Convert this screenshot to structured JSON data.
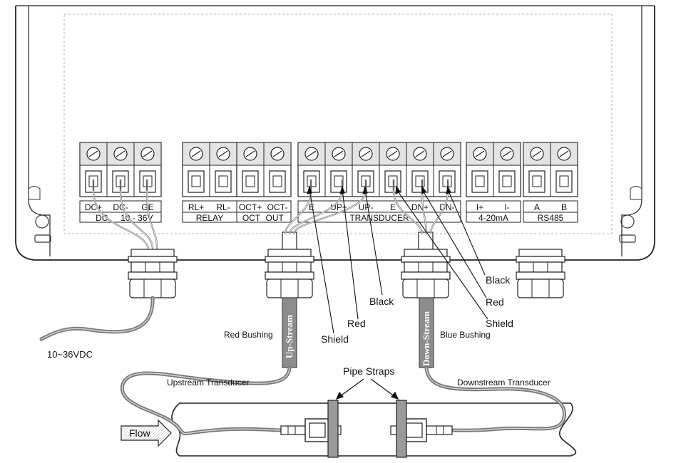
{
  "terminal_groups": [
    {
      "id": "power",
      "terminals": [
        "DC+",
        "DC-",
        "GE"
      ],
      "caption_left": "DC",
      "caption_right": "10 - 36V"
    },
    {
      "id": "relay",
      "terminals": [
        "RL+",
        "RL-"
      ],
      "caption": "RELAY"
    },
    {
      "id": "oct",
      "terminals": [
        "OCT+",
        "OCT-"
      ],
      "caption_left": "OCT",
      "caption_right": "OUT"
    },
    {
      "id": "transducer",
      "terminals": [
        "E",
        "UP+",
        "UP-",
        "E",
        "DN+",
        "DN-"
      ],
      "caption": "TRANSDUCER"
    },
    {
      "id": "current",
      "terminals": [
        "I+",
        "I-"
      ],
      "caption": "4-20mA"
    },
    {
      "id": "rs485",
      "terminals": [
        "A",
        "B"
      ],
      "caption": "RS485"
    }
  ],
  "wire_labels": {
    "upstream": [
      "Shield",
      "Red",
      "Black"
    ],
    "downstream": [
      "Black",
      "Red",
      "Shield"
    ]
  },
  "labels": {
    "power_supply": "10~36VDC",
    "red_bushing": "Red Bushing",
    "blue_bushing": "Blue Bushing",
    "up_stream": "Up-Stream",
    "down_stream": "Down-Stream",
    "upstream_transducer": "Upstream Transducer",
    "downstream_transducer": "Downstream Transducer",
    "pipe_straps": "Pipe Straps",
    "flow": "Flow"
  }
}
